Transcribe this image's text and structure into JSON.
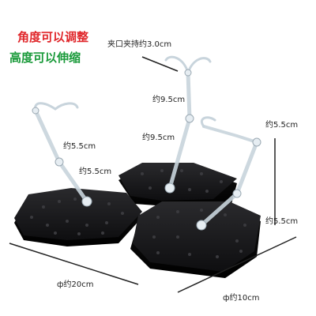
{
  "headlines": {
    "angle": "角度可以调整",
    "height": "高度可以伸缩"
  },
  "labels": {
    "clamp": "夹口夹持约3.0cm",
    "arm_upper_right": "约9.5cm",
    "arm_middle": "约9.5cm",
    "arm_left_upper": "约5.5cm",
    "arm_left_lower": "约5.5cm",
    "arm_right_upper": "约5.5cm",
    "arm_right_lower": "约5.5cm",
    "diameter_large": "ф约20cm",
    "diameter_small": "ф约10cm"
  },
  "colors": {
    "headline_red": "#e0262a",
    "headline_green": "#1a9a3a",
    "base": "#1c1c1e",
    "arm": "#c8d4dc"
  }
}
